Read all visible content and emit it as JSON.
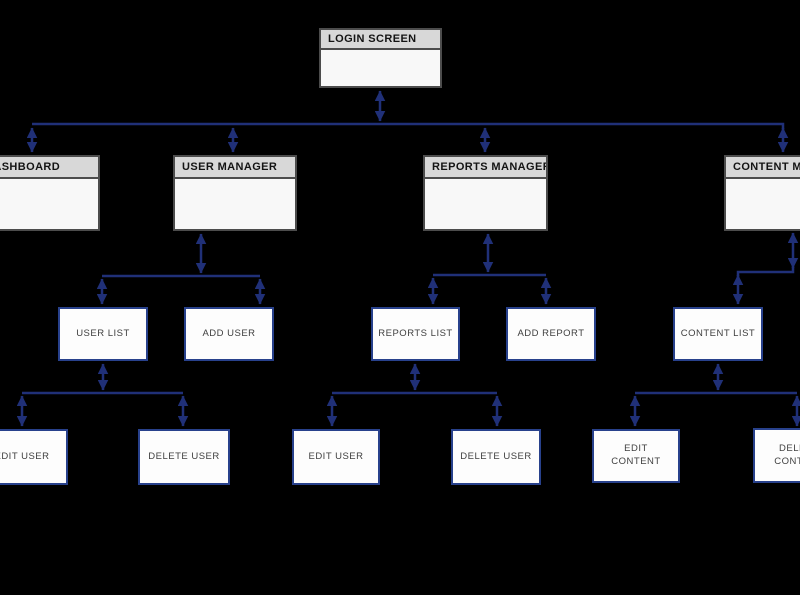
{
  "diagram": {
    "type": "sitemap-flowchart",
    "nodes": {
      "login_screen": {
        "label": "LOGIN SCREEN"
      },
      "dashboard": {
        "label": "DASHBOARD"
      },
      "user_manager": {
        "label": "USER MANAGER"
      },
      "reports_manager": {
        "label": "REPORTS MANAGER"
      },
      "content_manager": {
        "label": "CONTENT MANAGER"
      },
      "user_list": {
        "label": "USER LIST"
      },
      "add_user": {
        "label": "ADD USER"
      },
      "reports_list": {
        "label": "REPORTS LIST"
      },
      "add_report": {
        "label": "ADD REPORT"
      },
      "content_list": {
        "label": "CONTENT LIST"
      },
      "edit_user_1": {
        "label": "EDIT USER"
      },
      "delete_user_1": {
        "label": "DELETE USER"
      },
      "edit_user_2": {
        "label": "EDIT USER"
      },
      "delete_user_2": {
        "label": "DELETE USER"
      },
      "edit_content": {
        "label": "EDIT CONTENT"
      },
      "delete_content": {
        "label": "DELETE CONTENT"
      }
    },
    "colors": {
      "background": "#000000",
      "connector": "#203078",
      "small_box_border": "#28418c",
      "small_box_fill": "#fdfdfd",
      "header_fill": "#d8d8d8",
      "header_border": "#4c4c4c",
      "body_fill": "#f8f8f8",
      "header_text": "#141414",
      "label_text": "#3f3f3f"
    }
  }
}
